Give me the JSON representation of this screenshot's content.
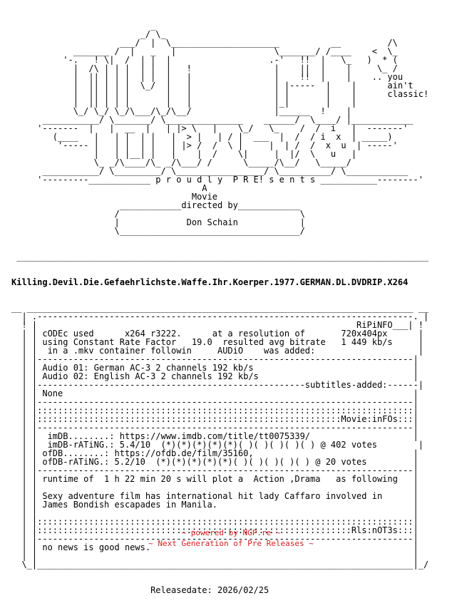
{
  "nfo": {
    "art": [
      "                           _",
      "                         _/ \\_",
      "                     ___/  |  \\_____________________          __         /\\",
      "            _______ /  |   _   |                   \\_______/ /____    <  \\_",
      "          '-.   ! \\|  /  | |  |                   .-'   !!  |   \\_   )  * (",
      "            |  /\\ | | |  | |  |   !                |    ||  |    |     \\_ /",
      "            |  || | | |  | |  |   |                |    !!  |    |    .. you",
      "            |  || | | |  \\_/  |   |                | |-----  |    |      ain't",
      "            |  || | | |       |   |                | |       |    |      classic!",
      "            |  || | | |       |   |                |_|       |    |",
      "            \\_/ \\_/ \\_/\\___/\\_/\\__/                |______  !    |",
      "      ___________/ \\_______/ \\_______________    ______/  \\____/ |____________",
      "     '-------  |   |  __  |   | |> \\   |    \\_/   \\_    /  /  i   |  -------'",
      "        (____   |   | |  | |   |  > |   | / |  ___  |  /  / i  x  | _____)",
      "         '----- |   | |  | |   | |> /  /  \\ |     |  | /  /  x  u  | -----'",
      "                |   | |__| |   |    |  /    \\|     |  |/  \\   u   |",
      "                \\_ _/\\____/\\_ _/\\___/ /      \\_____/\\__/   \\_____/",
      "      ___________/ \\_________/ \\_________________/ \\__________/ \\____________",
      "     '---------____________ p r o u d l y  P R E! s e n t s ___________--------'",
      "                                     A",
      "                                   Movie",
      "                     ____________directed by____________",
      "                    /                                   \\",
      "                    |             Don Schain            |",
      "                    \\___________________________________/"
    ],
    "rule_top": " ________________________________________________________________________________",
    "title": "Killing.Devil.Die.Gefaehrlichste.Waffe.Ihr.Koerper.1977.GERMAN.DL.DVDRIP.X264",
    "box": [
      "__ ___________________________________________________________________________ __",
      "  | .-------------------------------------------------------------------------. |",
      "  ! |                                                              RiPiNFO___| !",
      "  | | cODEc used      x264 r3222.      at a resolution of       720x404px      |",
      "  | | using Constant Rate Factor   19.0  resulted avg bitrate   1 449 kb/s     |",
      "  | |  in a .mkv container followin     AUDiO    was added:                    |",
      "  | |-------------------------------------------------------------------------|",
      "  | | Audio 01: German AC-3 2 channels 192 kb/s                               |",
      "  | | Audio 02: English AC-3 2 channels 192 kb/s                              |",
      "  | |----------------------------------------------------subtitles-added:------|",
      "  | | None                                                                    |",
      "  | |-------------------------------------------------------------------------|",
      "  | |:::::::::::::::::::::::::::::::::::::::::::::::::::::::::::::::::::::::::|",
      "  | |:::::::::::::::::::::::::::::::::::::::::::::::::::::::::::Movie:inFOs:::|",
      "  | |-------------------------------------------------------------------------|",
      "  | |  imDB........: https://www.imdb.com/title/tt0075339/                    |",
      "  | |  imDB-rATiNG.: 5.4/10  (*)(*)(*)(*)(*)( )( )( )( )( ) @ 402 votes        |",
      "  | | ofDB........: https://ofdb.de/film/35160,                               |",
      "  | | ofDB-rATiNG.: 5.2/10  (*)(*)(*)(*)(*)( )( )( )( )( ) @ 20 votes         |",
      "  | |-------------------------------------------------------------------------|",
      "  | | runtime of  1 h 22 min 20 s will plot a  Action ,Drama   as following   |",
      "  | |                                                                         |",
      "  | | Sexy adventure film has international hit lady Caffaro involved in      |",
      "  | | James Bondish escapades in Manila.                                      |",
      "  | |                                                                         |",
      "  | |:::::::::::::::::::::::::::::::::::::::::::::::::::::::::::::::::::::::::|",
      "  | |:::::::::::::::::::::::::::::::::::::::::::::::::::::::::::::Rls:nOT3s:::|",
      "  | |-------------------------------------------------------------------------|",
      "  | | no news is good news.                                                   |",
      "  | |                                                                         |",
      "  \\_|_________________________________________________________________________|_/"
    ],
    "release_date": "                           Releasedate: 2026/02/25"
  },
  "footer": {
    "powered": "~ powered by NGP.re ~",
    "tagline": "~ Next Generation of Pre Releases ~",
    "color": "#d42020"
  }
}
